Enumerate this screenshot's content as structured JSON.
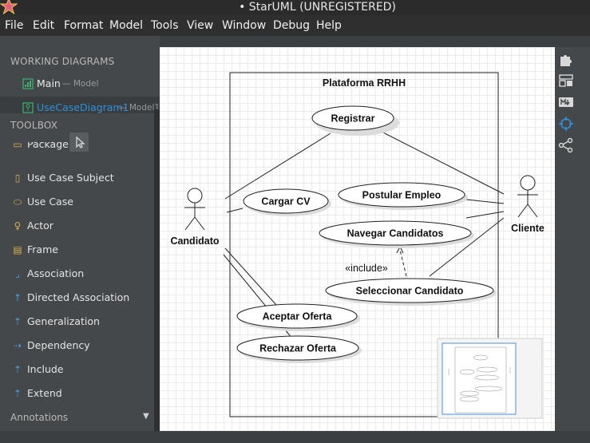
{
  "window": {
    "title": "• StarUML (UNREGISTERED)"
  },
  "menu": [
    "File",
    "Edit",
    "Format",
    "Model",
    "Tools",
    "View",
    "Window",
    "Debug",
    "Help"
  ],
  "working_diagrams": {
    "header": "WORKING DIAGRAMS",
    "items": [
      {
        "name": "Main",
        "owner": "— Model"
      },
      {
        "name": "UseCaseDiagram1",
        "owner": "— Model1"
      }
    ]
  },
  "toolbox": {
    "header": "TOOLBOX",
    "items": [
      {
        "label": "Package",
        "icon": "package-icon"
      },
      {
        "label": "Use Case Subject",
        "icon": "subject-icon"
      },
      {
        "label": "Use Case",
        "icon": "usecase-icon"
      },
      {
        "label": "Actor",
        "icon": "actor-icon"
      },
      {
        "label": "Frame",
        "icon": "frame-icon"
      },
      {
        "label": "Association",
        "icon": "association-icon"
      },
      {
        "label": "Directed Association",
        "icon": "directed-association-icon"
      },
      {
        "label": "Generalization",
        "icon": "generalization-icon"
      },
      {
        "label": "Dependency",
        "icon": "dependency-icon"
      },
      {
        "label": "Include",
        "icon": "include-icon"
      },
      {
        "label": "Extend",
        "icon": "extend-icon"
      }
    ],
    "annotations_label": "Annotations"
  },
  "diagram": {
    "subject": "Plataforma RRHH",
    "actors": {
      "left": "Candidato",
      "right": "Cliente"
    },
    "usecases": {
      "registrar": "Registrar",
      "cargar_cv": "Cargar CV",
      "postular_empleo": "Postular Empleo",
      "navegar_candidatos": "Navegar Candidatos",
      "seleccionar_candidato": "Seleccionar Candidato",
      "aceptar_oferta": "Aceptar Oferta",
      "rechazar_oferta": "Rechazar Oferta"
    },
    "include_label": "«include»"
  },
  "colors": {
    "accent": "#2f8fd8",
    "toolbox_icon": "#d9b04a",
    "diagram_icon_green": "#3cb371"
  },
  "right_toolbar": [
    "extensions-icon",
    "layout-icon",
    "markdown-icon",
    "crosshair-icon",
    "share-icon"
  ]
}
